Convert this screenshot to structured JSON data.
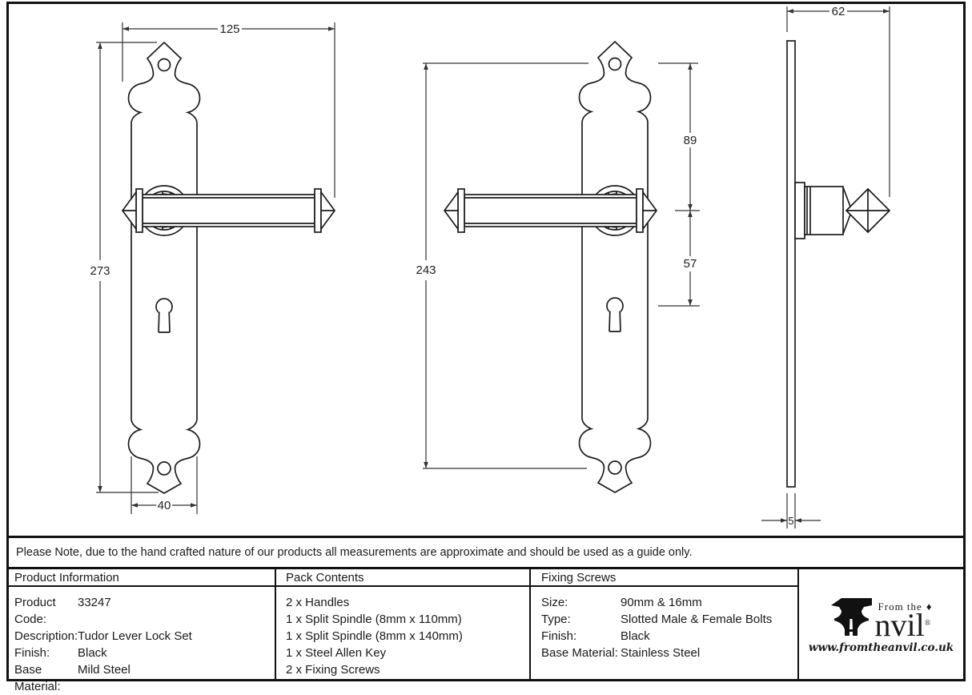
{
  "drawing": {
    "dimensions": {
      "plate_width": "125",
      "plate_height": "273",
      "plate_bottom_width": "40",
      "fixing_centres": "243",
      "top_to_handle": "89",
      "handle_to_keyhole": "57",
      "projection": "62",
      "plate_thickness": "5"
    }
  },
  "note": {
    "text": "Please Note, due to the hand crafted nature of our products all measurements are approximate and should be used as a guide only."
  },
  "table": {
    "product_information": {
      "header": "Product Information",
      "rows": [
        {
          "label": "Product Code:",
          "value": "33247"
        },
        {
          "label": "Description:",
          "value": "Tudor Lever Lock Set"
        },
        {
          "label": "Finish:",
          "value": "Black"
        },
        {
          "label": "Base Material:",
          "value": "Mild Steel"
        }
      ]
    },
    "pack_contents": {
      "header": "Pack Contents",
      "items": [
        "2 x Handles",
        "1 x Split Spindle (8mm x 110mm)",
        "1 x Split Spindle (8mm x 140mm)",
        "1 x Steel Allen Key",
        "2 x Fixing Screws"
      ]
    },
    "fixing_screws": {
      "header": "Fixing Screws",
      "rows": [
        {
          "label": "Size:",
          "value": "90mm & 16mm"
        },
        {
          "label": "Type:",
          "value": "Slotted Male & Female Bolts"
        },
        {
          "label": "Finish:",
          "value": "Black"
        },
        {
          "label": "Base Material:",
          "value": "Stainless Steel"
        }
      ]
    },
    "brand": {
      "prefix": "From the",
      "diamond": "♦",
      "wordmark": "nvil",
      "registered": "®",
      "website": "www.fromtheanvil.co.uk"
    }
  },
  "colors": {
    "line": "#1c1c1c",
    "dimension": "#333333",
    "background": "#ffffff"
  }
}
